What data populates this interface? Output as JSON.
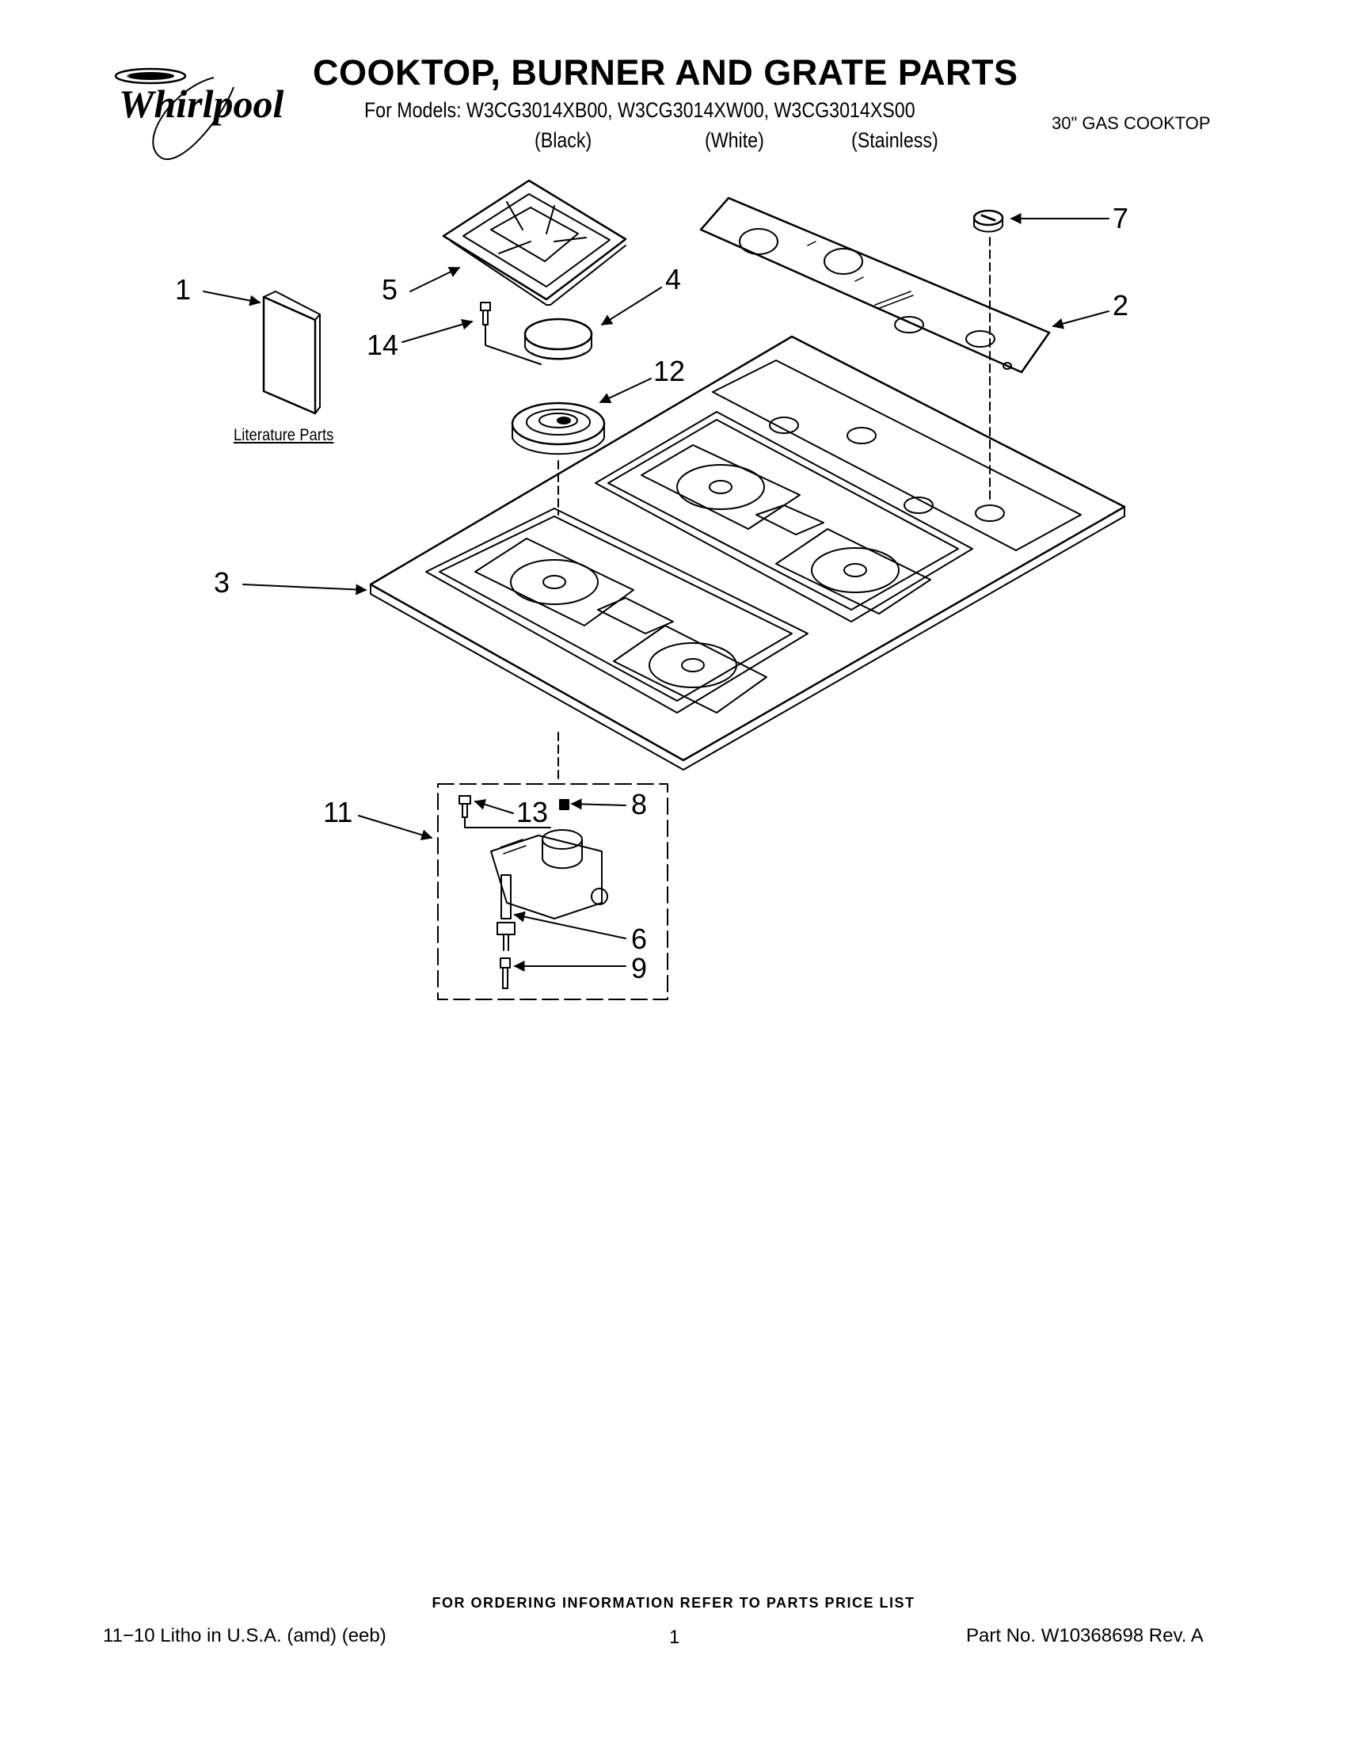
{
  "header": {
    "brand": "Whirlpool",
    "title": "COOKTOP, BURNER AND GRATE PARTS",
    "models_line": "For Models: W3CG3014XB00, W3CG3014XW00, W3CG3014XS00",
    "finishes": [
      "(Black)",
      "(White)",
      "(Stainless)"
    ],
    "product": "30\" GAS COOKTOP"
  },
  "diagram": {
    "literature_label": "Literature Parts",
    "callouts": [
      "1",
      "2",
      "3",
      "4",
      "5",
      "6",
      "7",
      "8",
      "9",
      "11",
      "12",
      "13",
      "14"
    ]
  },
  "footer": {
    "ordering_note": "FOR ORDERING INFORMATION REFER TO PARTS PRICE LIST",
    "print_info": "11−10 Litho in U.S.A. (amd) (eeb)",
    "page": "1",
    "part_number": "Part No. W10368698 Rev. A"
  }
}
